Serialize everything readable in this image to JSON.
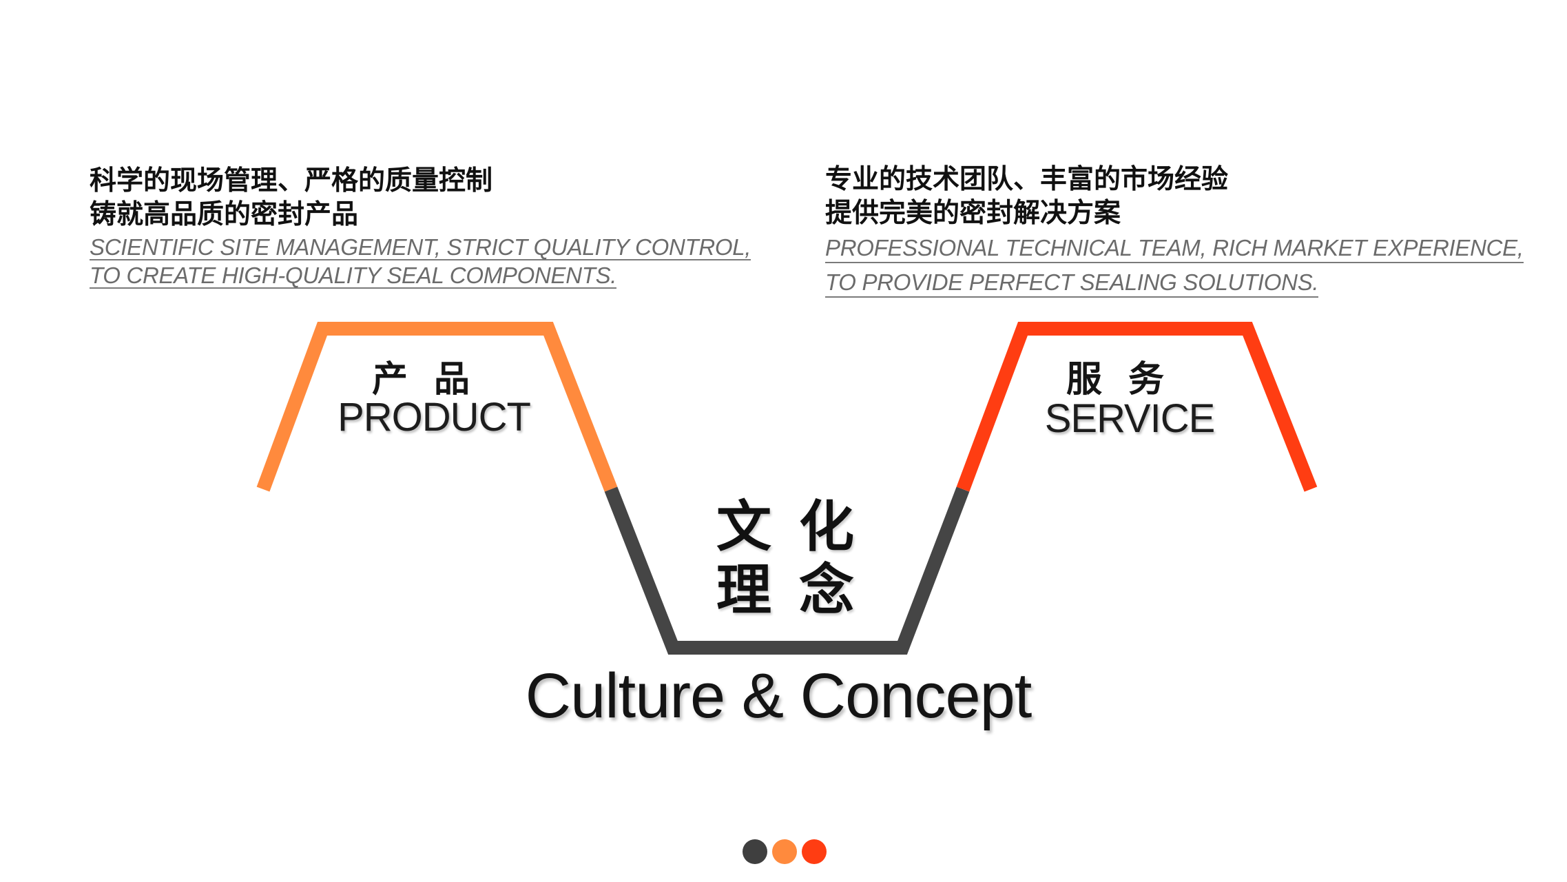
{
  "colors": {
    "orange": "#ff8a3d",
    "red": "#ff3d12",
    "dark": "#454545",
    "dot_dark": "#3f3f3f",
    "dot_orange": "#ff8a3d",
    "dot_red": "#ff3d12"
  },
  "left_block": {
    "cn_line1": "科学的现场管理、严格的质量控制",
    "cn_line2": "铸就高品质的密封产品",
    "en_line1": "SCIENTIFIC SITE MANAGEMENT, STRICT QUALITY CONTROL,",
    "en_line2": "TO CREATE HIGH-QUALITY SEAL COMPONENTS."
  },
  "right_block": {
    "cn_line1": "专业的技术团队、丰富的市场经验",
    "cn_line2": "提供完美的密封解决方案",
    "en_line1": "PROFESSIONAL TECHNICAL TEAM, RICH MARKET EXPERIENCE,",
    "en_line2": "TO PROVIDE PERFECT SEALING SOLUTIONS."
  },
  "product": {
    "cn": "产品",
    "en": "PRODUCT"
  },
  "service": {
    "cn": "服务",
    "en": "SERVICE"
  },
  "center": {
    "cn_line1": "文化",
    "cn_line2": "理念",
    "en": "Culture & Concept"
  },
  "pagination": {
    "dots": 3
  }
}
